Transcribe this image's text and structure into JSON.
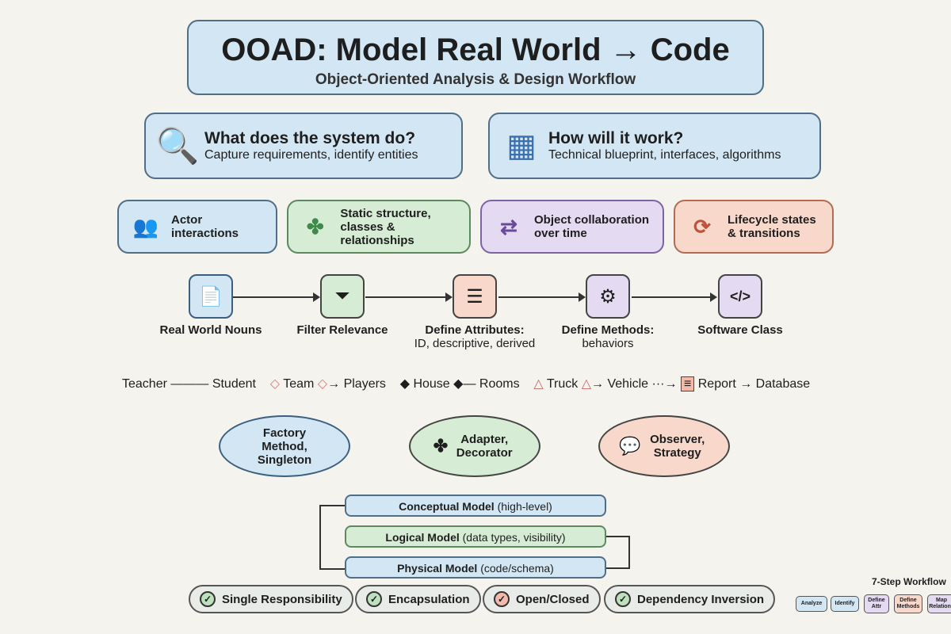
{
  "header": {
    "title": "OOAD: Model Real World → Code",
    "subtitle": "Object-Oriented Analysis & Design Workflow"
  },
  "phases": [
    {
      "title": "What does the system do?",
      "desc": "Capture requirements, identify entities",
      "icon": "magnifier-icon"
    },
    {
      "title": "How will it work?",
      "desc": "Technical blueprint, interfaces, algorithms",
      "icon": "blueprint-icon"
    }
  ],
  "diagrams": [
    {
      "label": "Actor interactions",
      "icon": "actor-icon"
    },
    {
      "label": "Static structure, classes & relationships",
      "icon": "puzzle-icon"
    },
    {
      "label": "Object collaboration over time",
      "icon": "arrows-icon"
    },
    {
      "label": "Lifecycle states & transitions",
      "icon": "cycle-icon"
    }
  ],
  "steps": [
    {
      "label": "Real World Nouns",
      "sub": ""
    },
    {
      "label": "Filter Relevance",
      "sub": ""
    },
    {
      "label": "Define Attributes:",
      "sub": "ID, descriptive, derived"
    },
    {
      "label": "Define Methods:",
      "sub": "behaviors"
    },
    {
      "label": "Software Class",
      "sub": ""
    }
  ],
  "relationships": {
    "association": [
      "Teacher",
      "Student"
    ],
    "aggregation": [
      "Team",
      "Players"
    ],
    "composition": [
      "House",
      "Rooms"
    ],
    "inheritance": [
      "Truck",
      "Vehicle"
    ],
    "dependency": [
      "Report",
      "Database"
    ]
  },
  "patterns": [
    "Factory Method, Singleton",
    "Adapter, Decorator",
    "Observer, Strategy"
  ],
  "models": [
    {
      "name": "Conceptual Model",
      "detail": "(high-level)"
    },
    {
      "name": "Logical Model",
      "detail": "(data types, visibility)"
    },
    {
      "name": "Physical Model",
      "detail": "(code/schema)"
    }
  ],
  "principles": [
    "Single Responsibility",
    "Encapsulation",
    "Open/Closed",
    "Dependency Inversion"
  ],
  "workflow": {
    "title": "7-Step Workflow",
    "steps": [
      "Analyze",
      "Identify",
      "Define Attr",
      "Define Methods",
      "Map Relations"
    ]
  }
}
